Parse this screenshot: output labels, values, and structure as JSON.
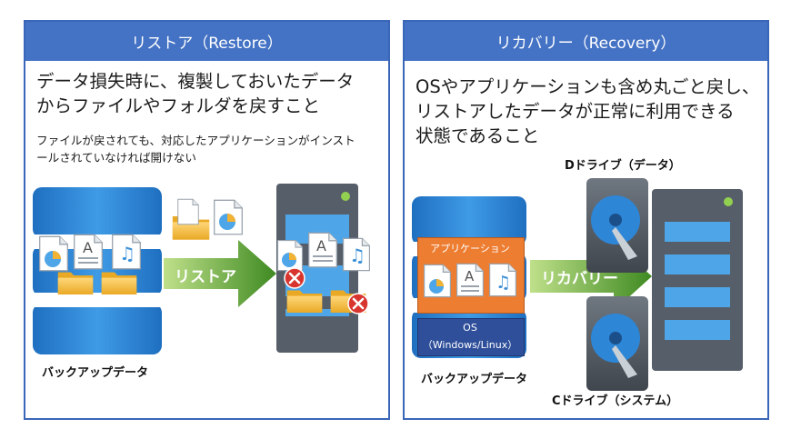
{
  "restore": {
    "header": "リストア（Restore）",
    "lead_lines": [
      "データ損失時に、複製しておいたデータ",
      "からファイルやフォルダを戻すこと"
    ],
    "note_lines": [
      "ファイルが戻されても、対応したアプリケーションがインスト",
      "ールされていなければ開けない"
    ],
    "arrow_label": "リストア",
    "backup_label": "バックアップデータ"
  },
  "recovery": {
    "header": "リカバリー（Recovery）",
    "lead_lines": [
      "OSやアプリケーションも含め丸ごと戻し、",
      "リストアしたデータが正常に利用できる",
      "状態であること"
    ],
    "app_label": "アプリケーション",
    "os_label": "OS",
    "os_sub": "（Windows/Linux）",
    "arrow_label": "リカバリー",
    "d_drive": "Dドライブ（データ）",
    "c_drive": "Cドライブ（システム）",
    "backup_label": "バックアップデータ"
  },
  "colors": {
    "header_blue": "#4472c4",
    "db_blue": "#2e86d6",
    "arrow_green": "#5a9a2a",
    "app_orange": "#ed7d31",
    "os_navy": "#2f4f9a",
    "server_gray": "#565e69",
    "server_slot": "#4ea6e8",
    "led_green": "#92d050",
    "error_red": "#d9352f"
  }
}
